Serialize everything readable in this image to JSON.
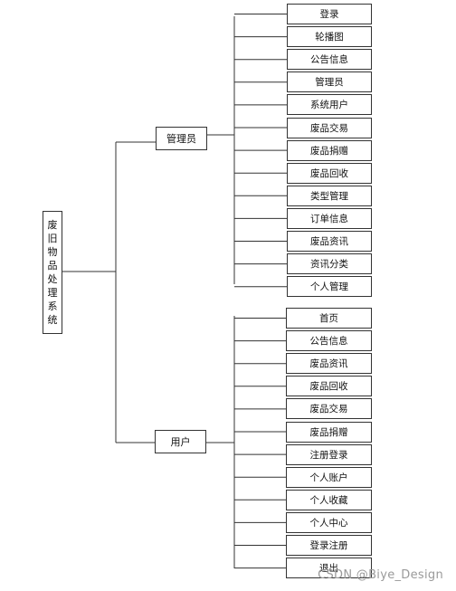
{
  "root": {
    "chars": [
      "废",
      "旧",
      "物",
      "品",
      "处",
      "理",
      "系",
      "统"
    ]
  },
  "admin": {
    "label": "管理员",
    "items": [
      "登录",
      "轮播图",
      "公告信息",
      "管理员",
      "系统用户",
      "废品交易",
      "废品捐赠",
      "废品回收",
      "类型管理",
      "订单信息",
      "废品资讯",
      "资讯分类",
      "个人管理"
    ]
  },
  "user": {
    "label": "用户",
    "items": [
      "首页",
      "公告信息",
      "废品资讯",
      "废品回收",
      "废品交易",
      "废品捐赠",
      "注册登录",
      "个人账户",
      "个人收藏",
      "个人中心",
      "登录注册",
      "退出"
    ]
  },
  "watermark": "CSDN @Biye_Design",
  "colors": {
    "line": "#333333",
    "border": "#333333",
    "text": "#111111"
  }
}
